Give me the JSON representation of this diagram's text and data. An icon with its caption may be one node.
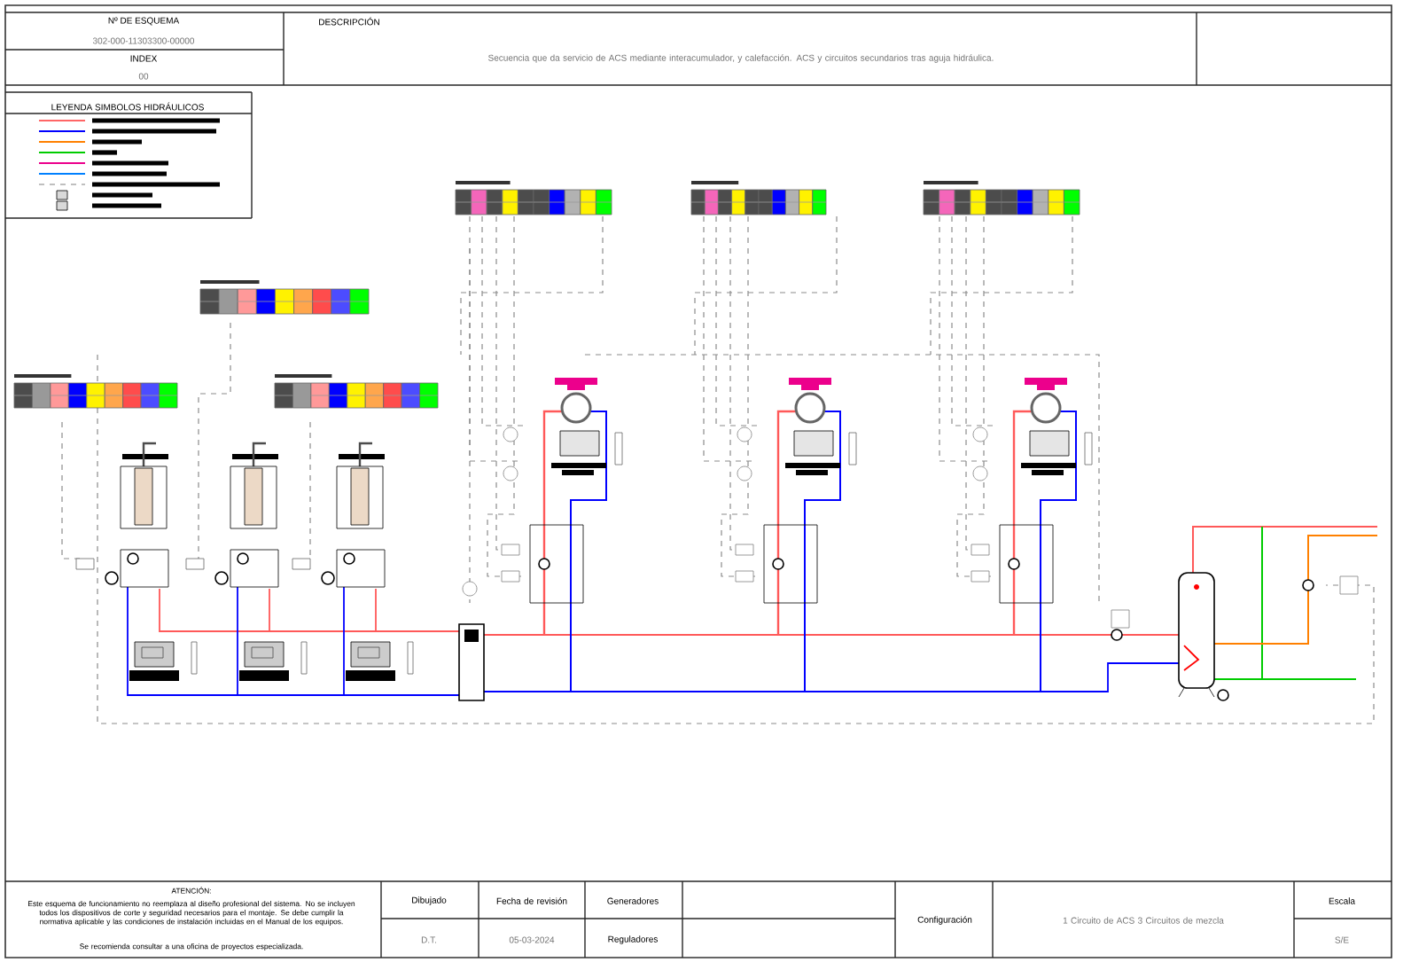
{
  "diagram": {
    "labels": [
      "Nº DE ESQUEMA",
      "302-000-11303300-00000",
      "INDEX",
      "00",
      "DESCRIPCIÓN",
      "Secuencia que da servicio de ACS mediante interacumulador, y calefacción. ACS y circuitos secundarios tras aguja hidráulica.",
      "LEYENDA SIMBOLOS HIDRÁULICOS",
      "ATENCIÓN:",
      "Este esquema de funcionamiento no reemplaza al diseño profesional del sistema. No se incluyen todos los dispositivos de corte y seguridad necesarios para el montaje. Se debe cumplir la normativa aplicable y las condiciones de instalación incluidas en el Manual de los equipos.",
      "Se recomienda consultar a una oficina de proyectos especializada.",
      "Dibujado",
      "Fecha de revisión",
      "Generadores",
      "Configuración",
      "1 Circuito de ACS 3 Circuitos de mezcla",
      "Escala",
      "D.T.",
      "05-03-2024",
      "Reguladores",
      "S/E"
    ]
  }
}
